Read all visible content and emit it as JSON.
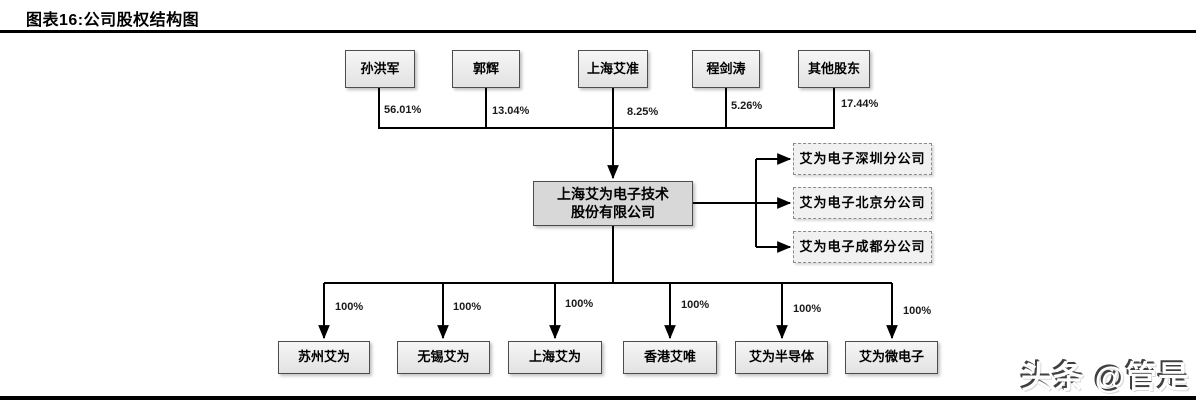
{
  "header": {
    "title": "图表16:公司股权结构图"
  },
  "footer": {
    "watermark": "头条 @管是"
  },
  "colors": {
    "rule": "#000000",
    "line": "#000000",
    "box_border": "#4d4d4d",
    "box_fill": "#ececec",
    "center_box_fill": "#d8d8d8",
    "dashed_border": "#8a8a8a",
    "dashed_fill": "#f1f1f1"
  },
  "diagram": {
    "shareholders": [
      {
        "name": "孙洪军",
        "stake": "56.01%"
      },
      {
        "name": "郭辉",
        "stake": "13.04%"
      },
      {
        "name": "上海艾准",
        "stake": "8.25%"
      },
      {
        "name": "程剑涛",
        "stake": "5.26%"
      },
      {
        "name": "其他股东",
        "stake": "17.44%"
      }
    ],
    "company": {
      "name_line1": "上海艾为电子技术",
      "name_line2": "股份有限公司"
    },
    "branches": [
      {
        "name": "艾为电子深圳分公司"
      },
      {
        "name": "艾为电子北京分公司"
      },
      {
        "name": "艾为电子成都分公司"
      }
    ],
    "subsidiaries": [
      {
        "name": "苏州艾为",
        "stake": "100%"
      },
      {
        "name": "无锡艾为",
        "stake": "100%"
      },
      {
        "name": "上海艾为",
        "stake": "100%"
      },
      {
        "name": "香港艾唯",
        "stake": "100%"
      },
      {
        "name": "艾为半导体",
        "stake": "100%"
      },
      {
        "name": "艾为微电子",
        "stake": "100%"
      }
    ]
  }
}
